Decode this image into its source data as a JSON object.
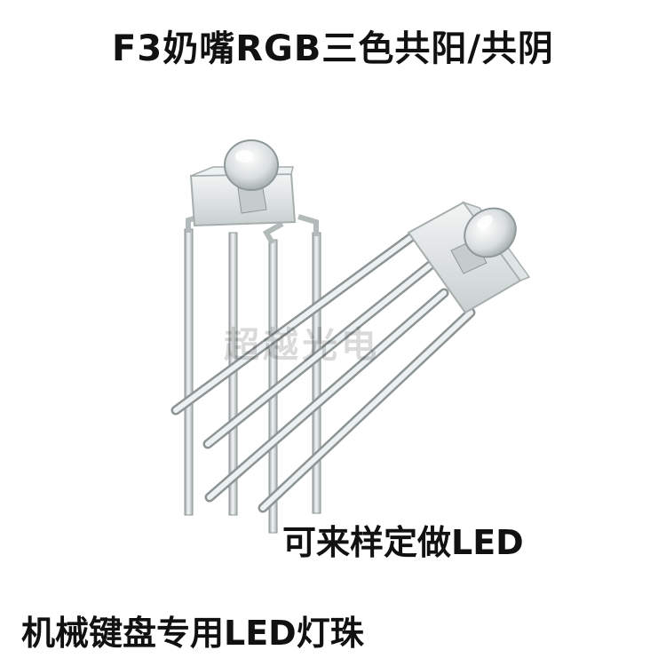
{
  "title": "F3奶嘴RGB三色共阳/共阴",
  "watermark": "超越光电",
  "caption_sample": "可来样定做LED",
  "caption_usage": "机械键盘专用LED灯珠",
  "colors": {
    "background": "#ffffff",
    "text": "#111111",
    "lead": "#d8dcdc",
    "lead_edge": "#8c9494",
    "epoxy": "#e3e7e6",
    "epoxy_edge": "#a6aeae"
  }
}
